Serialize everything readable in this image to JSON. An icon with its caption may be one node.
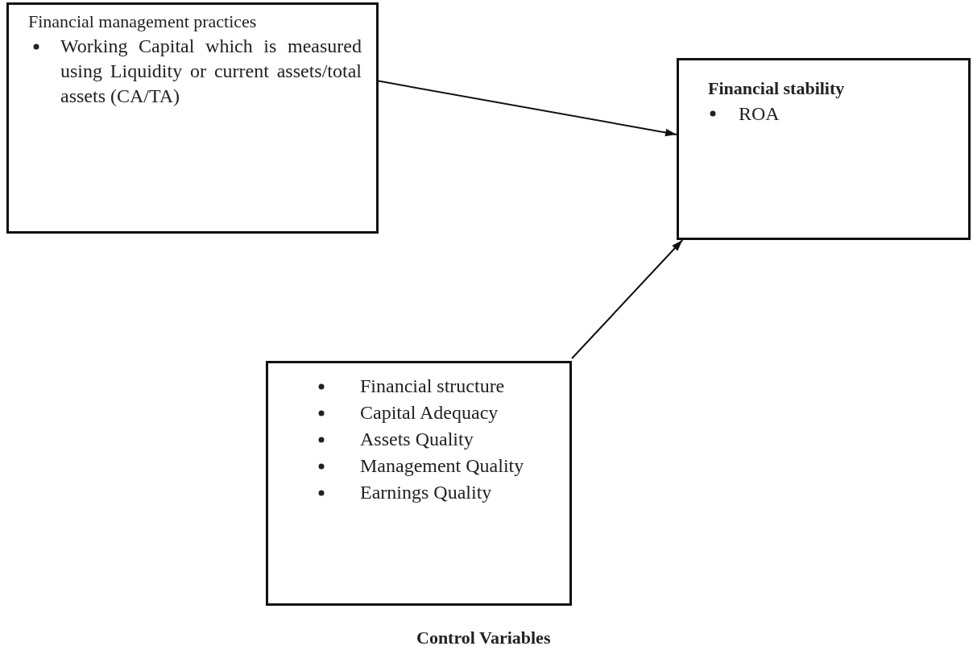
{
  "diagram": {
    "nodes": [
      {
        "text": [
          "Financial management practices",
          "Working Capital which is measured using Liquidity or current assets/total assets (CA/TA)"
        ]
      },
      {
        "text": [
          "Financial stability",
          "ROA"
        ]
      },
      {
        "text": [
          "Financial structure",
          "Capital Adequacy",
          "Assets Quality",
          "Management Quality",
          "Earnings Quality"
        ],
        "beside": [
          "Control Variables"
        ]
      }
    ],
    "edges": [
      {
        "from": 0,
        "to": 1,
        "arrow": "to"
      },
      {
        "from": 2,
        "to": 1,
        "arrow": "to"
      }
    ]
  }
}
